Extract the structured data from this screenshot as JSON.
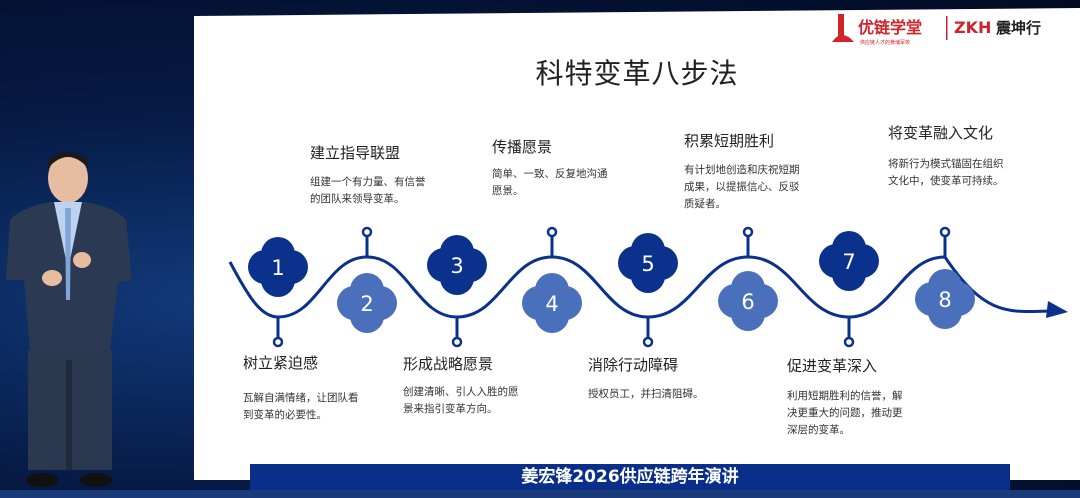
{
  "slide": {
    "title": "科特变革八步法",
    "logo": {
      "brand1": "优链学堂",
      "brand1_tagline": "供应链人才的黄埔军校",
      "brand2": "ZKH",
      "brand2_cn": "震坤行"
    },
    "steps": [
      {
        "number": "1",
        "title": "树立紧迫感",
        "desc": "瓦解自满情绪，让团队看到变革的必要性。"
      },
      {
        "number": "2",
        "title": "建立指导联盟",
        "desc": "组建一个有力量、有信誉的团队来领导变革。"
      },
      {
        "number": "3",
        "title": "形成战略愿景",
        "desc": "创建清晰、引人入胜的愿景来指引变革方向。"
      },
      {
        "number": "4",
        "title": "传播愿景",
        "desc": "简单、一致、反复地沟通愿景。"
      },
      {
        "number": "5",
        "title": "消除行动障碍",
        "desc": "授权员工，并扫清阻碍。"
      },
      {
        "number": "6",
        "title": "积累短期胜利",
        "desc": "有计划地创造和庆祝短期成果，以提振信心、反驳质疑者。"
      },
      {
        "number": "7",
        "title": "促进变革深入",
        "desc": "利用短期胜利的信誉，解决更重大的问题，推动更深层的变革。"
      },
      {
        "number": "8",
        "title": "将变革融入文化",
        "desc": "将新行为模式锚固在组织文化中，使变革可持续。"
      }
    ],
    "colors": {
      "dark": "#0a318c",
      "light": "#4a70bb"
    }
  },
  "banner": {
    "text": "姜宏锋2026供应链跨年演讲"
  }
}
